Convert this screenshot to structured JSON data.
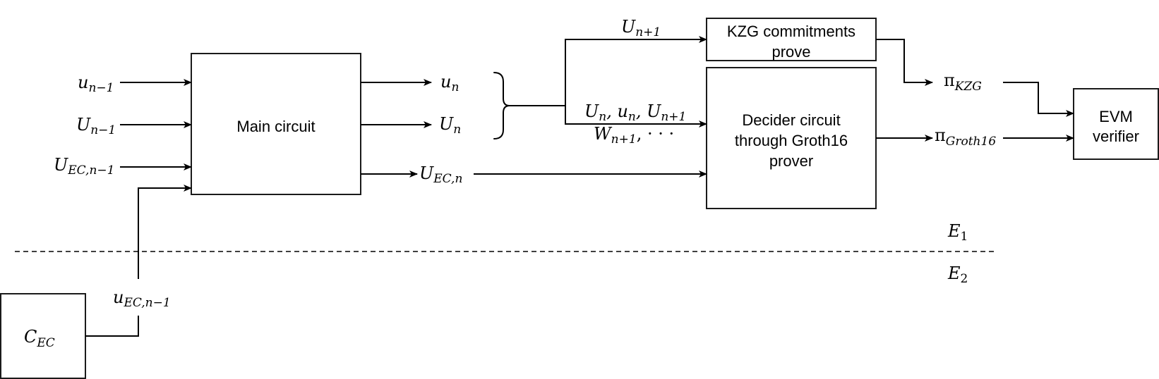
{
  "diagram": {
    "colors": {
      "stroke": "#000000",
      "box_fill": "#ffffff",
      "background": "#ffffff"
    },
    "boxes": {
      "main_circuit": {
        "lines": [
          "Main circuit"
        ]
      },
      "kzg": {
        "lines": [
          "KZG commitments",
          "prove"
        ]
      },
      "decider": {
        "lines": [
          "Decider circuit",
          "through Groth16",
          "prover"
        ]
      },
      "evm": {
        "lines": [
          "EVM",
          "verifier"
        ]
      },
      "c_ec": {
        "base": "C",
        "sub": "EC"
      }
    },
    "labels": {
      "u_n_minus_1": {
        "base": "u",
        "sub": "n−1"
      },
      "U_n_minus_1": {
        "base": "U",
        "sub": "n−1"
      },
      "U_EC_n_minus_1": {
        "base": "U",
        "sub": "EC,n−1"
      },
      "u_EC_n_minus_1": {
        "base": "u",
        "sub": "EC,n−1"
      },
      "u_n": {
        "base": "u",
        "sub": "n"
      },
      "U_n": {
        "base": "U",
        "sub": "n"
      },
      "U_EC_n": {
        "base": "U",
        "sub": "EC,n"
      },
      "U_n_plus_1": {
        "base": "U",
        "sub": "n+1"
      },
      "decider_inputs_line1": {
        "parts": [
          [
            "U",
            "n"
          ],
          [
            ", u",
            "n"
          ],
          [
            ", U",
            "n+1"
          ]
        ]
      },
      "decider_inputs_line2": {
        "parts": [
          [
            "W",
            "n+1"
          ]
        ],
        "tail": ",  · · ·"
      },
      "pi_kzg": {
        "base": "π",
        "sub": "KZG"
      },
      "pi_groth16": {
        "base": "π",
        "sub": "Groth16"
      },
      "E1": {
        "base": "E",
        "sub": "1"
      },
      "E2": {
        "base": "E",
        "sub": "2"
      }
    }
  }
}
